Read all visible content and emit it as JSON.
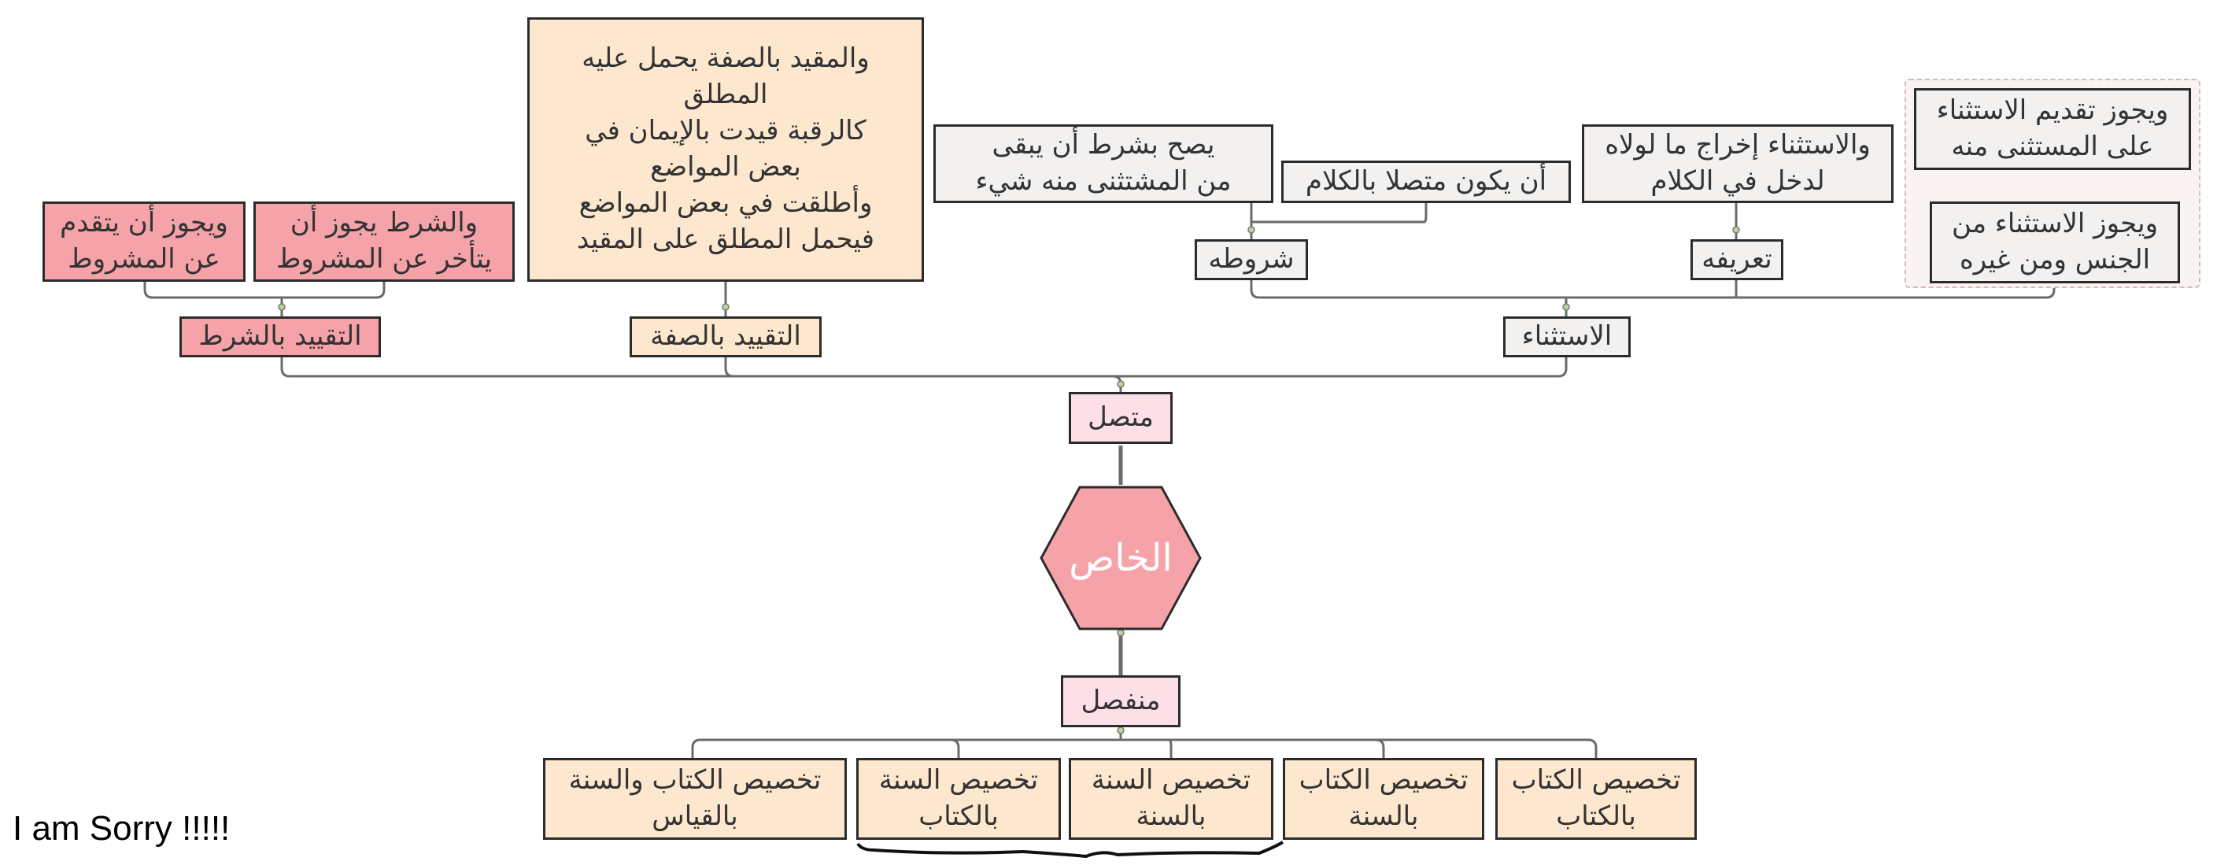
{
  "colors": {
    "root": "#f5a3a8",
    "pink_node": "#f5a3a8",
    "beige_node": "#fde8cf",
    "gray_node": "#f3f1ef",
    "light_pink_node": "#fde0e7",
    "connector": "#6b6b6b"
  },
  "root": {
    "label": "الخاص"
  },
  "connected": {
    "label": "متصل",
    "condition": {
      "label": "التقييد بالشرط",
      "children": [
        {
          "lines": [
            "والشرط يجوز أن",
            "يتأخر عن المشروط"
          ]
        },
        {
          "lines": [
            "ويجوز أن يتقدم",
            "عن المشروط"
          ]
        }
      ]
    },
    "attribute": {
      "label": "التقييد بالصفة",
      "child": {
        "lines": [
          "والمقيد بالصفة يحمل عليه",
          "المطلق",
          "كالرقبة قيدت بالإيمان في",
          "بعض المواضع",
          "وأطلقت في بعض المواضع",
          "فيحمل المطلق على المقيد"
        ]
      }
    },
    "exception": {
      "label": "الاستثناء",
      "conditions": {
        "label": "شروطه",
        "children": [
          {
            "lines": [
              "أن يكون متصلا بالكلام"
            ]
          },
          {
            "lines": [
              "يصح بشرط أن يبقى",
              "من المشتثنى منه شيء"
            ]
          }
        ]
      },
      "definition": {
        "label": "تعريفه",
        "child": {
          "lines": [
            "والاستثناء إخراج ما لولاه",
            "لدخل في الكلام"
          ]
        }
      },
      "group": {
        "top": {
          "lines": [
            "ويجوز تقديم الاستثناء",
            "على المستثنى منه"
          ]
        },
        "bottom": {
          "lines": [
            "ويجوز الاستثناء من",
            "الجنس ومن غيره"
          ]
        }
      }
    }
  },
  "separate": {
    "label": "منفصل",
    "children": [
      {
        "lines": [
          "تخصيص الكتاب",
          "بالكتاب"
        ]
      },
      {
        "lines": [
          "تخصيص الكتاب",
          "بالسنة"
        ]
      },
      {
        "lines": [
          "تخصيص السنة",
          "بالسنة"
        ]
      },
      {
        "lines": [
          "تخصيص السنة",
          "بالكتاب"
        ]
      },
      {
        "lines": [
          "تخصيص الكتاب والسنة",
          "بالقياس"
        ]
      }
    ]
  },
  "footer": {
    "text": "I am Sorry !!!!!"
  }
}
